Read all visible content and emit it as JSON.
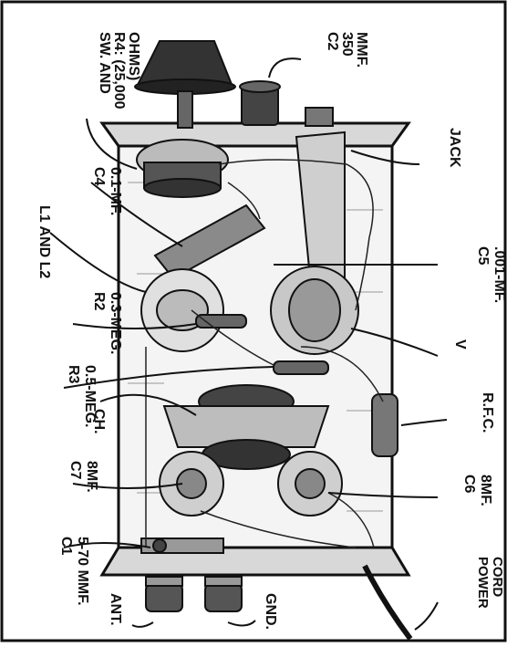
{
  "labels": {
    "c2": {
      "line1": "C2",
      "line2": "350",
      "line3": "MMF."
    },
    "sw_r4": {
      "line1": "SW. AND",
      "line2": "R4: (25,000",
      "line3": "OHMS)"
    },
    "jack": {
      "line1": "JACK"
    },
    "c4": {
      "line1": "C4",
      "line2": "0.1-MF."
    },
    "l1l2": {
      "line1": "L1 AND L2"
    },
    "c5": {
      "line1": "C5",
      "line2": ".001-MF."
    },
    "r2": {
      "line1": "R2",
      "line2": "0.3-MEG."
    },
    "v": {
      "line1": "V"
    },
    "r3": {
      "line1": "R3",
      "line2": "0.5-MEG."
    },
    "rfc": {
      "line1": "R.F.C."
    },
    "ch": {
      "line1": "CH."
    },
    "c7": {
      "line1": "C7",
      "line2": "8MF."
    },
    "c6": {
      "line1": "C6",
      "line2": "8MF."
    },
    "c1": {
      "line1": "C1",
      "line2": "5-70 MMF."
    },
    "power": {
      "line1": "POWER",
      "line2": "CORD"
    },
    "gnd": {
      "line1": "GND."
    },
    "ant": {
      "line1": "ANT."
    }
  }
}
